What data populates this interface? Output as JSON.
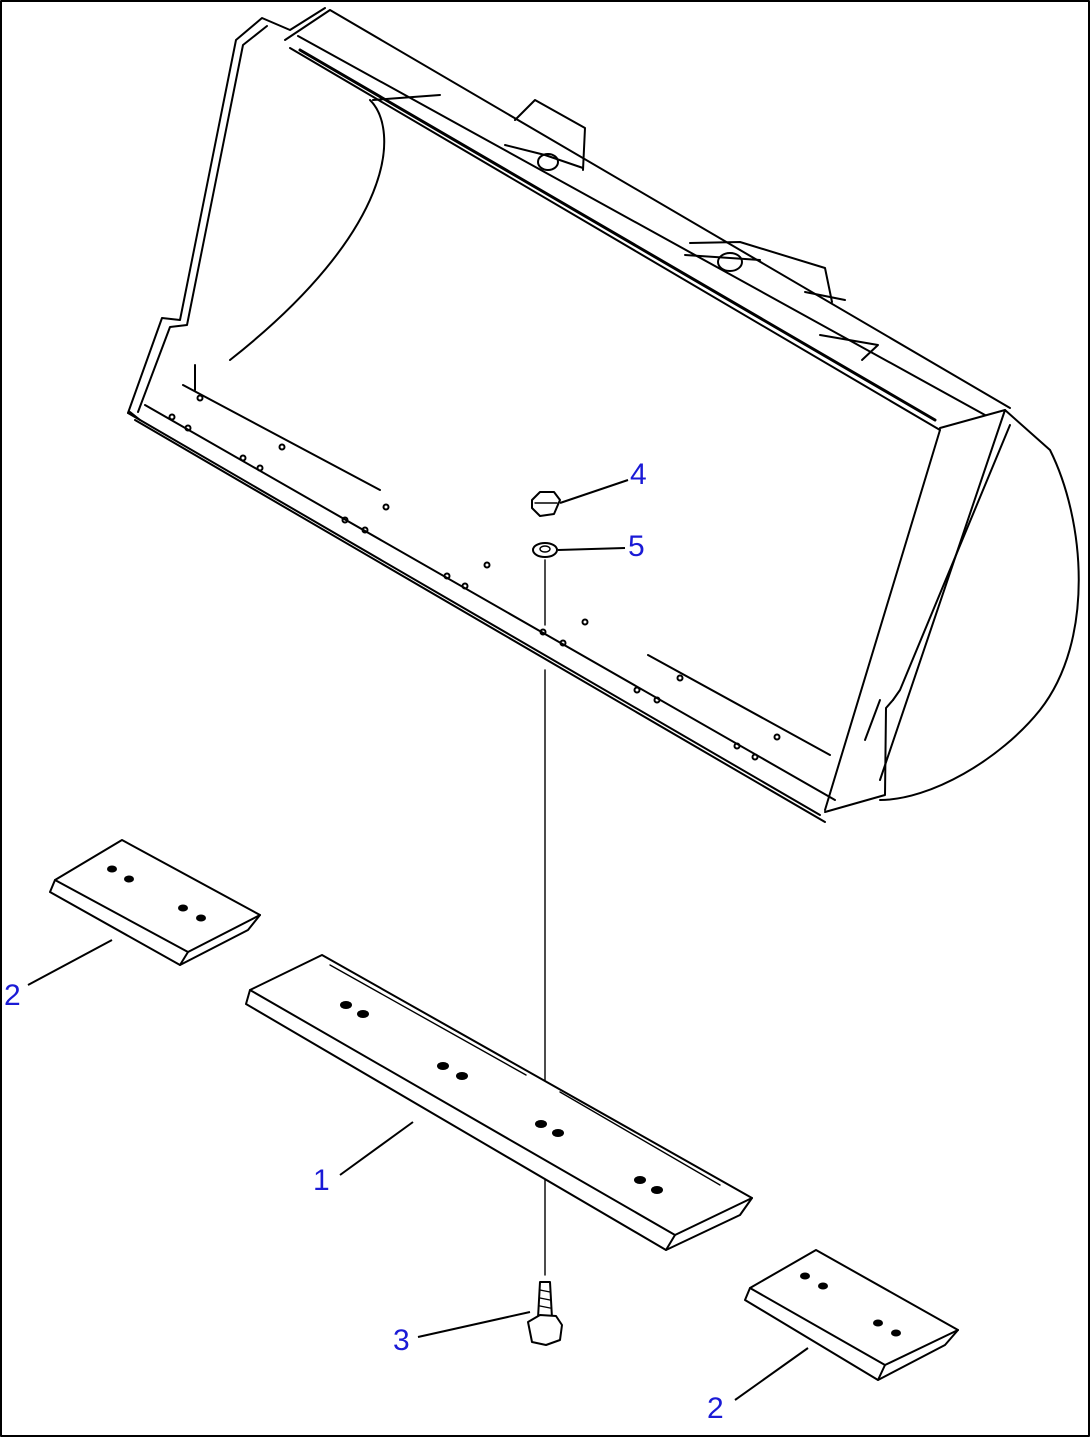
{
  "callouts": [
    {
      "id": "1",
      "label": "1"
    },
    {
      "id": "2a",
      "label": "2"
    },
    {
      "id": "2b",
      "label": "2"
    },
    {
      "id": "3",
      "label": "3"
    },
    {
      "id": "4",
      "label": "4"
    },
    {
      "id": "5",
      "label": "5"
    }
  ],
  "colors": {
    "callout": "#1a1ad6",
    "line": "#000000",
    "background": "#ffffff"
  }
}
